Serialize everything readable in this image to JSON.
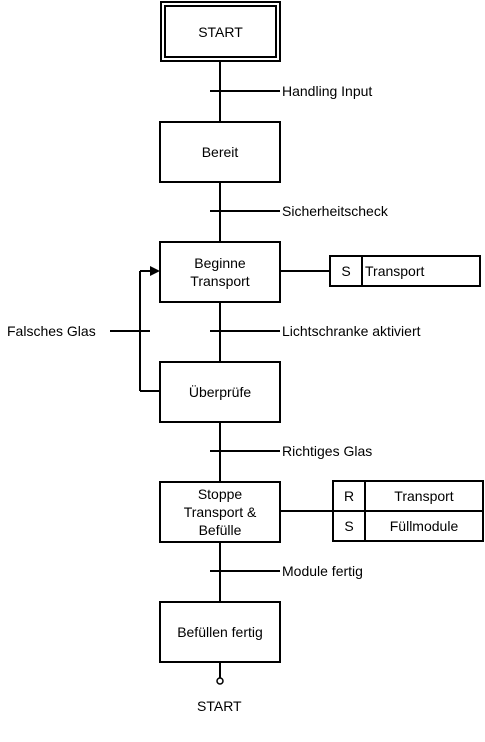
{
  "steps": {
    "start": "START",
    "bereit": "Bereit",
    "beginne": "Beginne\nTransport",
    "ueberpruefe": "Überprüfe",
    "stoppe": "Stoppe\nTransport &\nBefülle",
    "fertig": "Befüllen fertig"
  },
  "transitions": {
    "t1": "Handling Input",
    "t2": "Sicherheitscheck",
    "t3": "Lichtschranke aktiviert",
    "t4": "Richtiges Glas",
    "t5": "Module fertig",
    "branch": "Falsches Glas"
  },
  "actions": {
    "beginne": {
      "qualifier": "S",
      "action": "Transport"
    },
    "stoppe": [
      {
        "qualifier": "R",
        "action": "Transport"
      },
      {
        "qualifier": "S",
        "action": "Füllmodule"
      }
    ]
  },
  "end_label": "START"
}
